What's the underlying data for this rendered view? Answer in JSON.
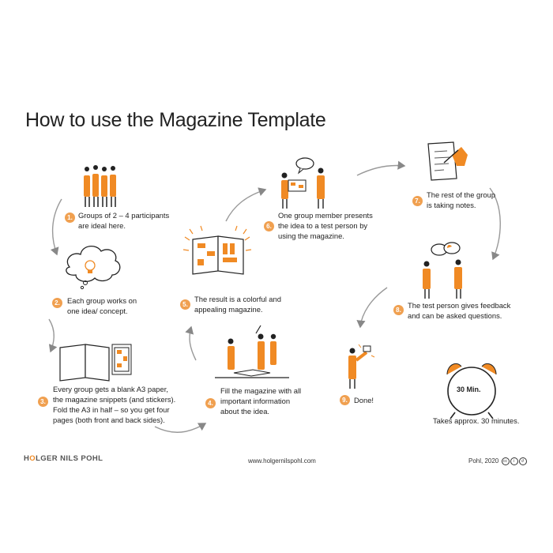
{
  "title": "How to use the Magazine Template",
  "steps": [
    {
      "num": "1.",
      "lines": [
        "Groups of 2 – 4 participants",
        "are ideal here."
      ]
    },
    {
      "num": "2.",
      "lines": [
        "Each group works on",
        "one idea/ concept."
      ]
    },
    {
      "num": "3.",
      "lines": [
        "Every group gets a blank A3 paper,",
        "the magazine snippets (and stickers).",
        "Fold the A3 in half – so you get four",
        "pages (both front and back sides)."
      ]
    },
    {
      "num": "4.",
      "lines": [
        "Fill the magazine with all",
        "important information",
        "about the idea."
      ]
    },
    {
      "num": "5.",
      "lines": [
        "The result is a colorful and",
        "appealing magazine."
      ]
    },
    {
      "num": "6.",
      "lines": [
        "One group member presents",
        "the idea to a test person by",
        "using the magazine."
      ]
    },
    {
      "num": "7.",
      "lines": [
        "The rest of the group",
        "is taking notes."
      ]
    },
    {
      "num": "8.",
      "lines": [
        "The test person gives feedback",
        "and can be asked questions."
      ]
    },
    {
      "num": "9.",
      "lines": [
        "Done!"
      ]
    }
  ],
  "clock": {
    "label": "30 Min.",
    "caption": "Takes approx. 30 minutes."
  },
  "footer": {
    "logo_pre": "H",
    "logo_o": "O",
    "logo_post": "LGER NILS POHL",
    "url": "www.holgernilspohl.com",
    "credit": "Pohl, 2020"
  },
  "colors": {
    "accent": "#f08a24",
    "badge": "#f0a050",
    "arrow": "#888888",
    "ink": "#222222"
  }
}
